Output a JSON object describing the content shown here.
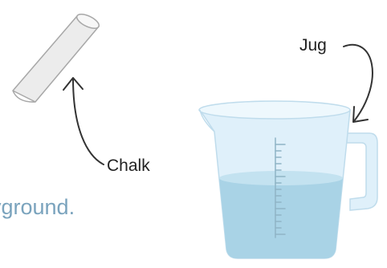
{
  "labels": {
    "chalk": "Chalk",
    "jug": "Jug"
  },
  "caption": {
    "text": "yground."
  },
  "colors": {
    "chalk_fill": "#ececec",
    "chalk_stroke": "#a8a8a8",
    "jug_glass": "#dff0fa",
    "jug_glass_stroke": "#bfdcec",
    "jug_rim": "#cfe7f5",
    "water": "#a9d3e6",
    "water_surface": "#c3e2f0",
    "scale_marks": "#8fb4c6",
    "arrow": "#333333",
    "label_text": "#222222",
    "caption_text": "#7aa3bd"
  }
}
